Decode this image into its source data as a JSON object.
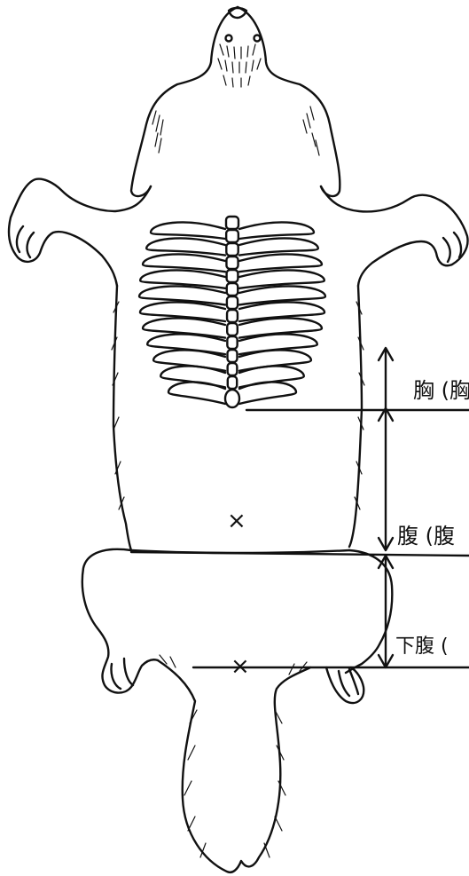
{
  "labels": {
    "chest": "胸 (胸",
    "abdomen": "腹 (腹",
    "lower_abdomen": "下腹 ("
  },
  "markers": {
    "center": "×",
    "tail_base": "×"
  },
  "colors": {
    "ink": "#111111",
    "background": "#ffffff"
  }
}
